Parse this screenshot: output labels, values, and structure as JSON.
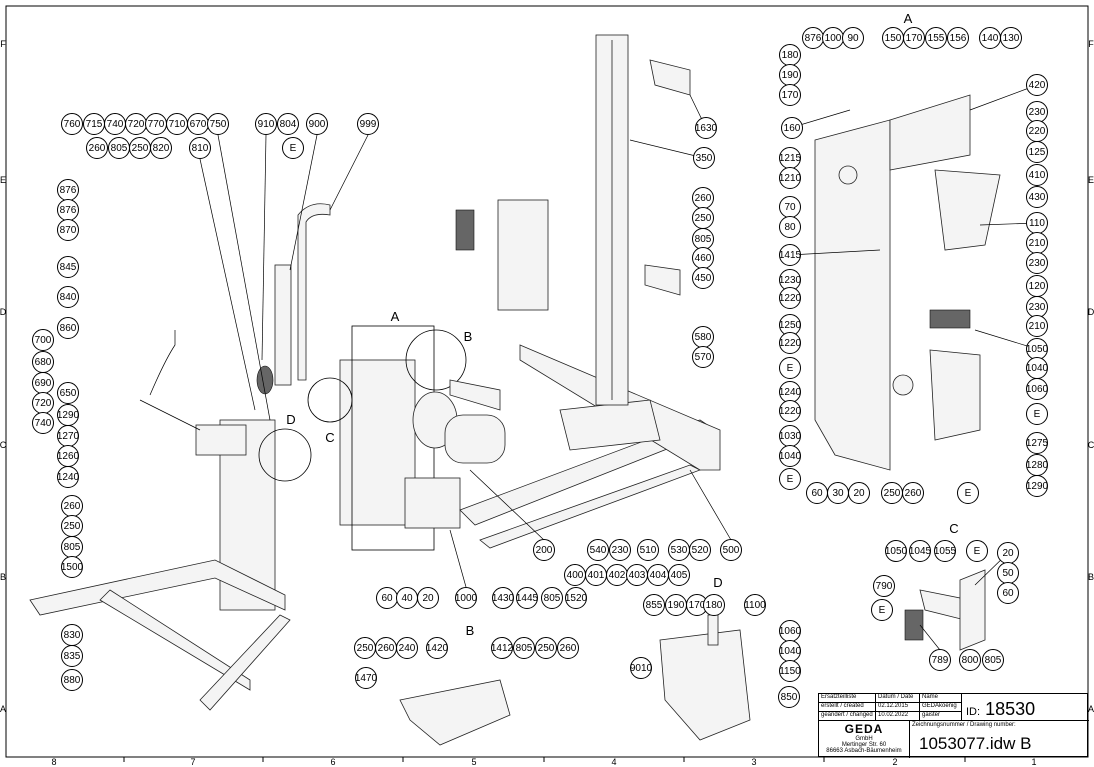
{
  "sheet": {
    "grid_columns": [
      "8",
      "7",
      "6",
      "5",
      "4",
      "3",
      "2",
      "1"
    ],
    "grid_rows": [
      "F",
      "E",
      "D",
      "C",
      "B",
      "A"
    ]
  },
  "view_labels": [
    "A",
    "A",
    "B",
    "C",
    "D",
    "B",
    "D",
    "C"
  ],
  "balloons": [
    "760",
    "715",
    "740",
    "720",
    "770",
    "710",
    "670",
    "750",
    "910",
    "804",
    "900",
    "999",
    "260",
    "805",
    "250",
    "820",
    "810",
    "E",
    "876",
    "876",
    "870",
    "845",
    "840",
    "860",
    "700",
    "680",
    "690",
    "720",
    "740",
    "650",
    "1290",
    "1270",
    "1260",
    "1240",
    "260",
    "250",
    "805",
    "1500",
    "830",
    "835",
    "880",
    "60",
    "40",
    "20",
    "1000",
    "1430",
    "1445",
    "805",
    "1520",
    "400",
    "401",
    "402",
    "403",
    "404",
    "405",
    "200",
    "540",
    "230",
    "510",
    "530",
    "520",
    "500",
    "580",
    "570",
    "260",
    "250",
    "805",
    "460",
    "450",
    "350",
    "1630",
    "250",
    "260",
    "240",
    "1420",
    "1412",
    "805",
    "250",
    "260",
    "1470",
    "855",
    "190",
    "170",
    "180",
    "1100",
    "1060",
    "1040",
    "1150",
    "9010",
    "850",
    "1050",
    "1045",
    "1055",
    "E",
    "20",
    "50",
    "60",
    "790",
    "E",
    "789",
    "800",
    "805",
    "876",
    "100",
    "90",
    "150",
    "170",
    "155",
    "156",
    "140",
    "130",
    "180",
    "190",
    "170",
    "160",
    "1215",
    "1210",
    "70",
    "80",
    "1415",
    "1230",
    "1220",
    "1250",
    "1220",
    "E",
    "1240",
    "1220",
    "1030",
    "1040",
    "E",
    "60",
    "30",
    "20",
    "250",
    "260",
    "E",
    "420",
    "230",
    "220",
    "125",
    "410",
    "430",
    "110",
    "210",
    "230",
    "120",
    "230",
    "210",
    "1050",
    "1040",
    "1060",
    "E",
    "1275",
    "1280",
    "1290"
  ],
  "title_block": {
    "parts_list_label": "Ersatzteilliste",
    "date_header": "Datum / Date",
    "name_header": "Name",
    "created_label": "erstellt / created",
    "created_date": "02.12.2015",
    "created_name": "GEDAkoenig",
    "changed_label": "geändert / changed",
    "changed_date": "10.02.2022",
    "changed_name": "gaister",
    "id_label": "ID:",
    "id_value": "18530",
    "drawing_number_label": "Zeichnungsnummer / Drawing number:",
    "drawing_number": "1053077.idw B",
    "company_logo": "GEDA",
    "company_name": "GmbH",
    "company_street": "Mertinger Str. 60",
    "company_city": "86663 Asbach-Bäumenheim"
  }
}
